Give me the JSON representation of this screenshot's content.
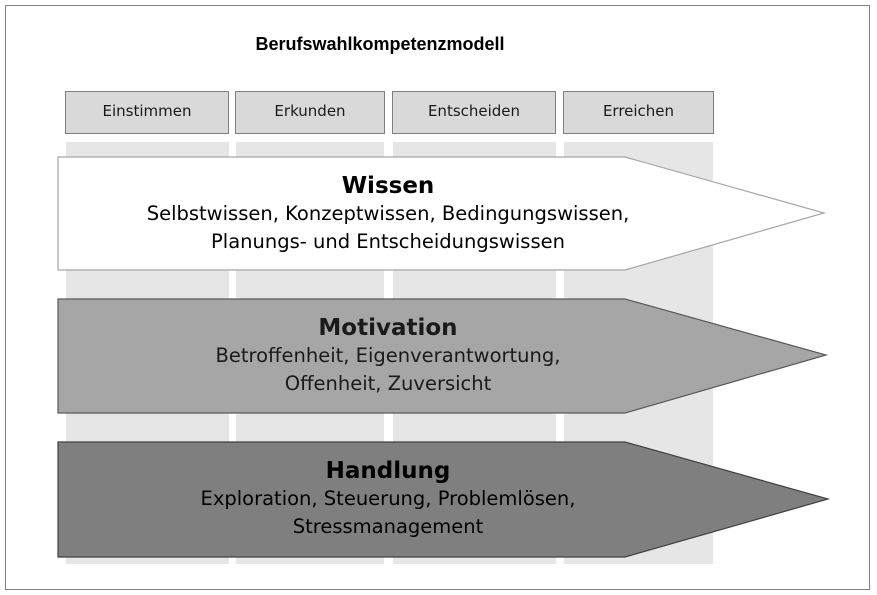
{
  "title": "Berufswahlkompetenzmodell",
  "phases": [
    "Einstimmen",
    "Erkunden",
    "Entscheiden",
    "Erreichen"
  ],
  "arrows": [
    {
      "heading": "Wissen",
      "lines": [
        "Selbstwissen, Konzeptwissen, Bedingungswissen,",
        "Planungs- und Entscheidungswissen"
      ],
      "fill": "#ffffff",
      "text_color": "#000000"
    },
    {
      "heading": "Motivation",
      "lines": [
        "Betroffenheit, Eigenverantwortung,",
        "Offenheit, Zuversicht"
      ],
      "fill": "#a6a6a6",
      "text_color": "#1a1a1a"
    },
    {
      "heading": "Handlung",
      "lines": [
        "Exploration, Steuerung, Problemlösen,",
        "Stressmanagement"
      ],
      "fill": "#7f7f7f",
      "text_color": "#000000"
    }
  ]
}
